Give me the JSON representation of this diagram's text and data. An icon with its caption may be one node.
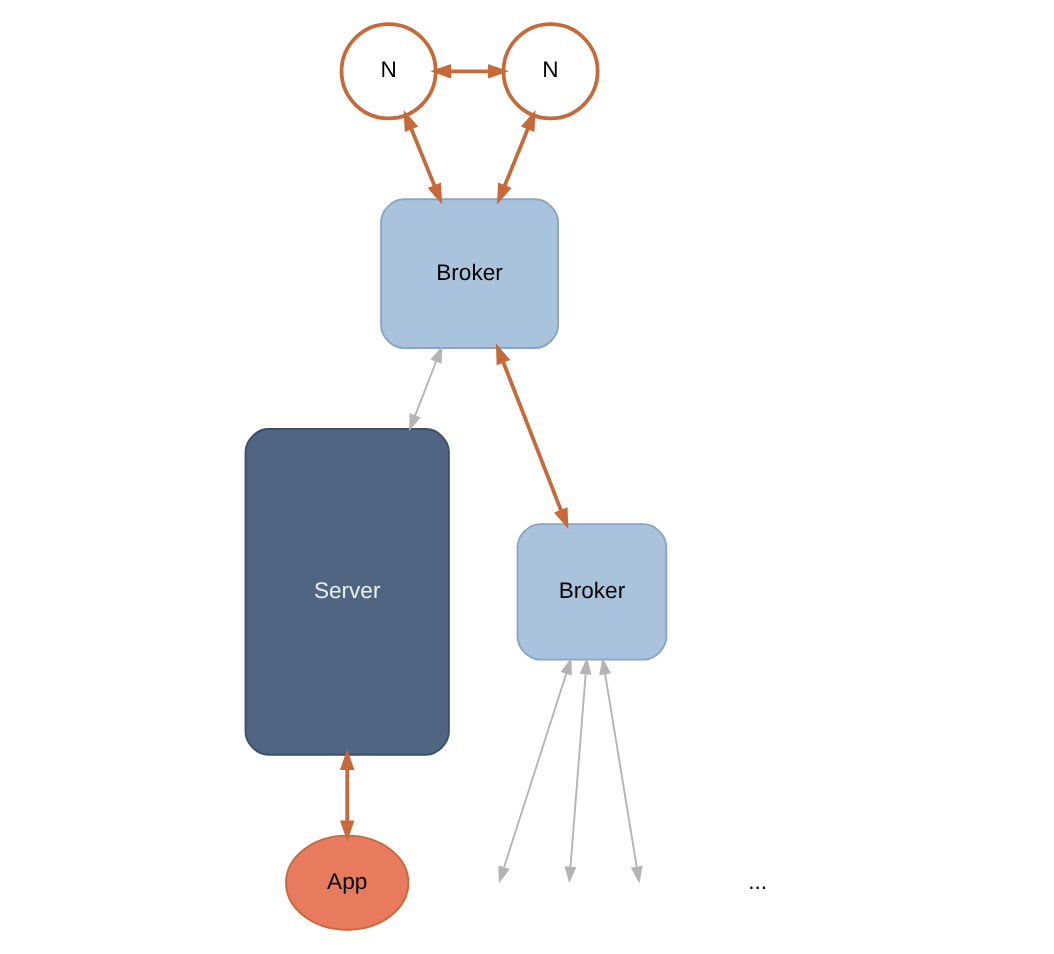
{
  "diagram": {
    "nodes": [
      {
        "text": [
          "N"
        ]
      },
      {
        "text": [
          "N"
        ]
      },
      {
        "text": [
          "Broker"
        ]
      },
      {
        "text": [
          "Server"
        ]
      },
      {
        "text": [
          "Broker"
        ]
      },
      {
        "text": [
          "App"
        ]
      }
    ],
    "edges": [
      {
        "from": 0,
        "to": 2,
        "arrow": "both"
      },
      {
        "from": 0,
        "to": 1,
        "arrow": "both"
      },
      {
        "from": 2,
        "to": 1,
        "arrow": "both"
      },
      {
        "from": 2,
        "to": 3,
        "arrow": "both",
        "color": "#b4b4b4"
      },
      {
        "from": 2,
        "to": 4,
        "arrow": "both"
      },
      {
        "from": 3,
        "to": 5,
        "arrow": "both"
      },
      {
        "from": 4,
        "to": null,
        "arrow": "both",
        "color": "#b4b4b4"
      },
      {
        "from": 4,
        "to": null,
        "arrow": "both",
        "color": "#b4b4b4"
      },
      {
        "from": 4,
        "to": null,
        "arrow": "both",
        "color": "#b4b4b4"
      }
    ],
    "labels": [
      "..."
    ]
  }
}
